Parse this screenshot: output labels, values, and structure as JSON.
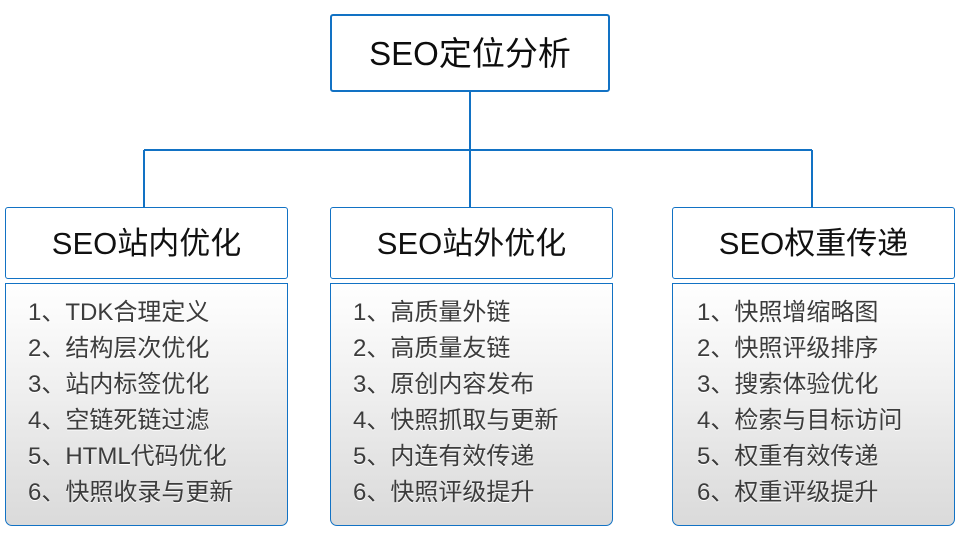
{
  "diagram": {
    "type": "hierarchy-tree",
    "accent_color": "#1272c4",
    "root": {
      "label": "SEO定位分析"
    },
    "branches": [
      {
        "id": "on-site",
        "header": "SEO站内优化",
        "items": [
          "1、TDK合理定义",
          "2、结构层次优化",
          "3、站内标签优化",
          "4、空链死链过滤",
          "5、HTML代码优化",
          "6、快照收录与更新"
        ]
      },
      {
        "id": "off-site",
        "header": "SEO站外优化",
        "items": [
          "1、高质量外链",
          "2、高质量友链",
          "3、原创内容发布",
          "4、快照抓取与更新",
          "5、内连有效传递",
          "6、快照评级提升"
        ]
      },
      {
        "id": "weight-transfer",
        "header": "SEO权重传递",
        "items": [
          "1、快照增缩略图",
          "2、快照评级排序",
          "3、搜索体验优化",
          "4、检索与目标访问",
          "5、权重有效传递",
          "6、权重评级提升"
        ]
      }
    ]
  }
}
